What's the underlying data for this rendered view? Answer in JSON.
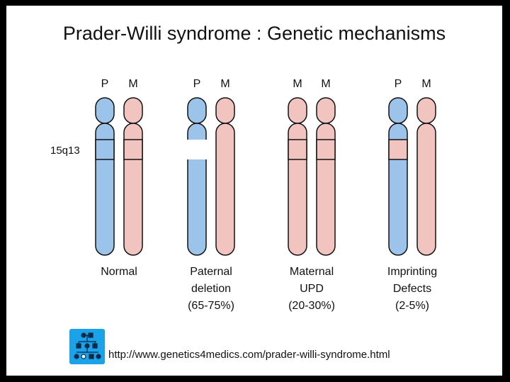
{
  "title": "Prader-Willi syndrome :  Genetic mechanisms",
  "region_label": "15q13",
  "colors": {
    "paternal": "#9cc3ea",
    "maternal": "#f2c4c0",
    "outline": "#111111"
  },
  "groups": [
    {
      "caption": [
        "Normal"
      ],
      "chromosomes": [
        {
          "label": "P",
          "origin": "paternal",
          "region": "paternal"
        },
        {
          "label": "M",
          "origin": "maternal",
          "region": "maternal"
        }
      ]
    },
    {
      "caption": [
        "Paternal",
        "deletion",
        "(65-75%)"
      ],
      "chromosomes": [
        {
          "label": "P",
          "origin": "paternal",
          "region": "deleted"
        },
        {
          "label": "M",
          "origin": "maternal",
          "region": "none"
        }
      ]
    },
    {
      "caption": [
        "Maternal",
        "UPD",
        "(20-30%)"
      ],
      "chromosomes": [
        {
          "label": "M",
          "origin": "maternal",
          "region": "maternal"
        },
        {
          "label": "M",
          "origin": "maternal",
          "region": "maternal"
        }
      ]
    },
    {
      "caption": [
        "Imprinting",
        "Defects",
        "(2-5%)"
      ],
      "chromosomes": [
        {
          "label": "P",
          "origin": "paternal",
          "region": "maternal"
        },
        {
          "label": "M",
          "origin": "maternal",
          "region": "none"
        }
      ]
    }
  ],
  "footer": {
    "logo_icon": "pedigree-logo-icon",
    "url": "http://www.genetics4medics.com/prader-willi-syndrome.html"
  }
}
